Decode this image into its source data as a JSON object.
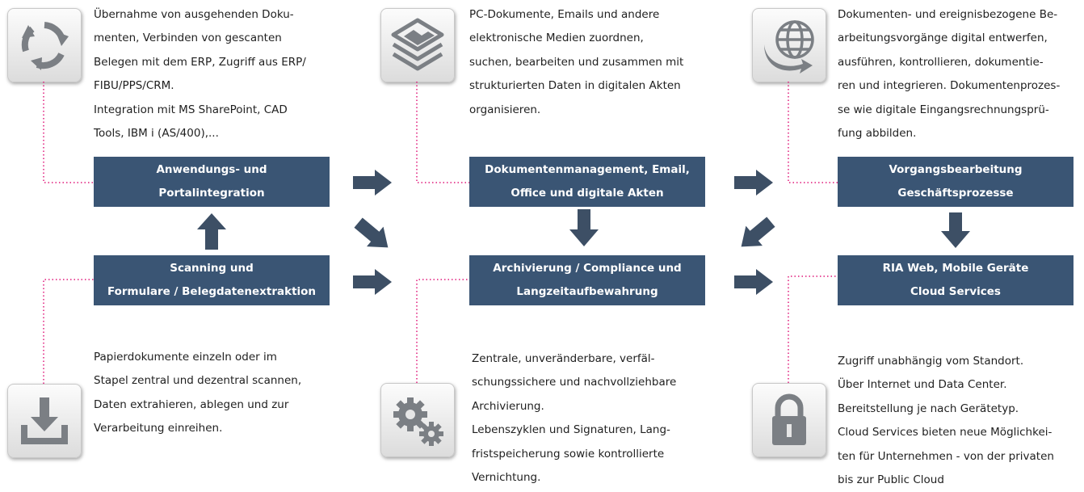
{
  "nodes": {
    "portal": [
      "Anwendungs- und",
      "Portalintegration"
    ],
    "scanning": [
      "Scanning und",
      "Formulare / Belegdatenextraktion"
    ],
    "dms": [
      "Dokumentenmanagement, Email,",
      "Office und digitale Akten"
    ],
    "archive": [
      "Archivierung / Compliance und",
      "Langzeitaufbewahrung"
    ],
    "workflow": [
      "Vorgangsbearbeitung",
      "Geschäftsprozesse"
    ],
    "ria": [
      "RIA Web, Mobile Geräte",
      "Cloud Services"
    ]
  },
  "descriptions": {
    "portal": [
      "Übernahme von ausgehenden Doku-",
      "menten, Verbinden von gescanten",
      "Belegen mit dem ERP, Zugriff aus ERP/",
      "FIBU/PPS/CRM.",
      "Integration mit MS SharePoint, CAD",
      "Tools, IBM i (AS/400),..."
    ],
    "dms": [
      "PC-Dokumente, Emails und andere",
      "elektronische Medien zuordnen,",
      "suchen, bearbeiten und zusammen mit",
      "strukturierten Daten in digitalen Akten",
      "organisieren."
    ],
    "workflow": [
      "Dokumenten- und ereignisbezogene Be-",
      "arbeitungsvorgänge digital entwerfen,",
      "ausführen, kontrollieren, dokumentie-",
      "ren und integrieren. Dokumentenprozes-",
      "se wie digitale Eingangsrechnungsprü-",
      "fung abbilden."
    ],
    "scanning": [
      "Papierdokumente einzeln oder im",
      "Stapel zentral und dezentral scannen,",
      "Daten extrahieren, ablegen und zur",
      "Verarbeitung einreihen."
    ],
    "archive": [
      "Zentrale, unveränderbare, verfäl-",
      "schungssichere und nachvollziehbare",
      "Archivierung.",
      "Lebenszyklen und Signaturen, Lang-",
      "fristspeicherung sowie kontrollierte",
      "Vernichtung."
    ],
    "ria": [
      "Zugriff unabhängig vom Standort.",
      "Über Internet und Data Center.",
      "Bereitstellung je nach Gerätetyp.",
      "Cloud Services bieten neue Möglichkei-",
      "ten für Unternehmen - von der privaten",
      "bis zur Public Cloud"
    ]
  },
  "icons": {
    "portal": "recycle-arrows-icon",
    "dms": "layers-icon",
    "workflow": "globe-arrow-icon",
    "scanning": "download-tray-icon",
    "archive": "gears-icon",
    "ria": "padlock-icon"
  },
  "colors": {
    "node_fill": "#3a5574",
    "node_text": "#ffffff",
    "arrow": "#3d4f65",
    "connector": "#e0197a",
    "icon_glyph": "#7b7f84"
  }
}
